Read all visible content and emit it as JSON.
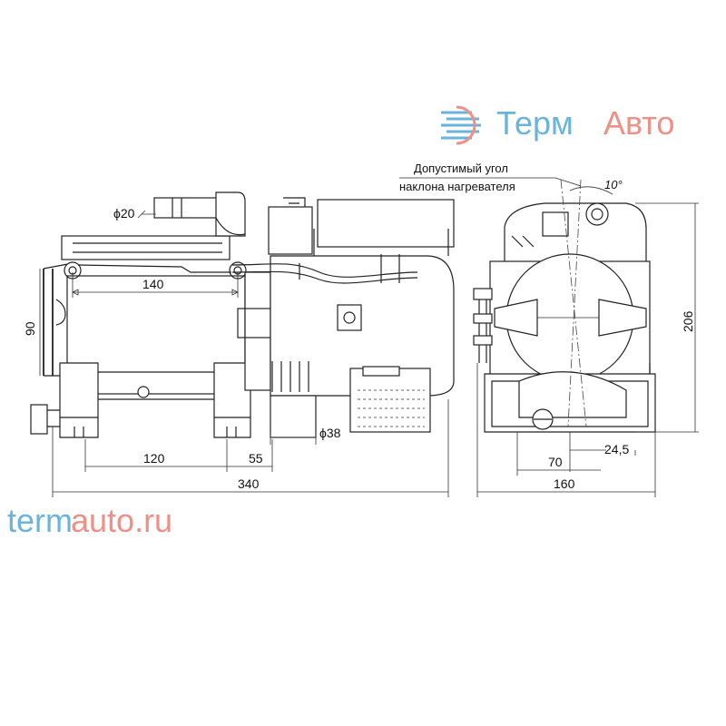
{
  "brand": {
    "logo_part1": "Терм",
    "logo_part2": "Авто",
    "site_part1": "term",
    "site_part2": "auto.ru",
    "color_blue": "#6ab3dc",
    "color_red": "#ef8f86"
  },
  "note": {
    "line1": "Допустимый угол",
    "line2": "наклона нагревателя",
    "angle": "10°"
  },
  "dimensions": {
    "pipe_dia": "ϕ20",
    "mount_spacing": "140",
    "height_side": "90",
    "base_spacing": "120",
    "exhaust_offset": "55",
    "exhaust_dia": "ϕ38",
    "total_length": "340",
    "total_height": "206",
    "offset_70": "70",
    "offset_24": "24,5",
    "total_width": "160"
  },
  "colors": {
    "line": "#222222",
    "background": "#ffffff"
  }
}
